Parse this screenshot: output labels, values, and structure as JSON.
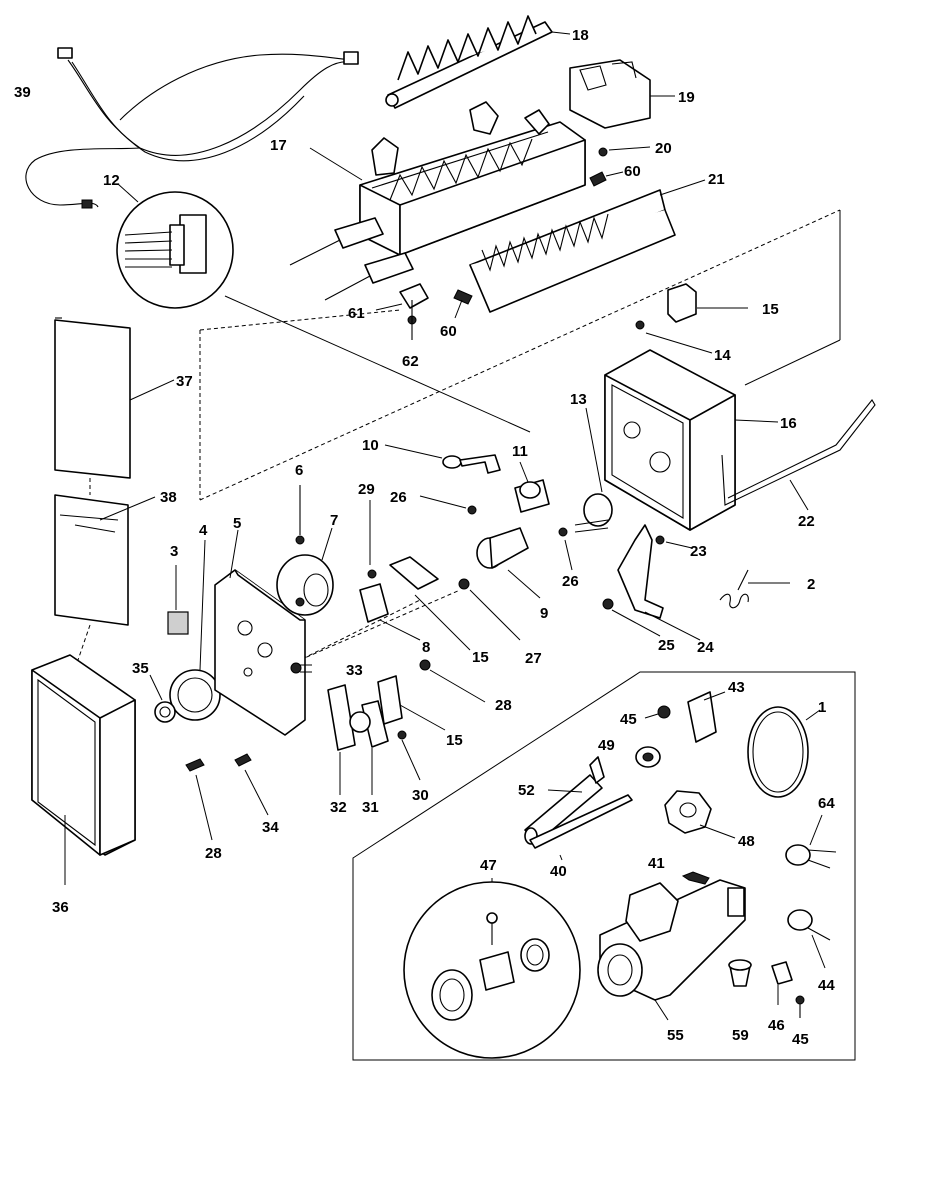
{
  "labels": {
    "p1": "1",
    "p2": "2",
    "p3": "3",
    "p4": "4",
    "p5": "5",
    "p6": "6",
    "p7": "7",
    "p8": "8",
    "p9": "9",
    "p10": "10",
    "p11": "11",
    "p12": "12",
    "p13": "13",
    "p14": "14",
    "p15a": "15",
    "p15b": "15",
    "p15c": "15",
    "p16": "16",
    "p17": "17",
    "p18": "18",
    "p19": "19",
    "p20": "20",
    "p21": "21",
    "p22": "22",
    "p23": "23",
    "p24": "24",
    "p25": "25",
    "p26a": "26",
    "p26b": "26",
    "p27": "27",
    "p28a": "28",
    "p28b": "28",
    "p29": "29",
    "p30": "30",
    "p31": "31",
    "p32": "32",
    "p33": "33",
    "p34": "34",
    "p35": "35",
    "p36": "36",
    "p37": "37",
    "p38": "38",
    "p39": "39",
    "p40": "40",
    "p41": "41",
    "p43": "43",
    "p44": "44",
    "p45a": "45",
    "p45b": "45",
    "p46": "46",
    "p47": "47",
    "p48": "48",
    "p49": "49",
    "p52": "52",
    "p55": "55",
    "p59": "59",
    "p60a": "60",
    "p60b": "60",
    "p61": "61",
    "p62": "62",
    "p64": "64"
  }
}
